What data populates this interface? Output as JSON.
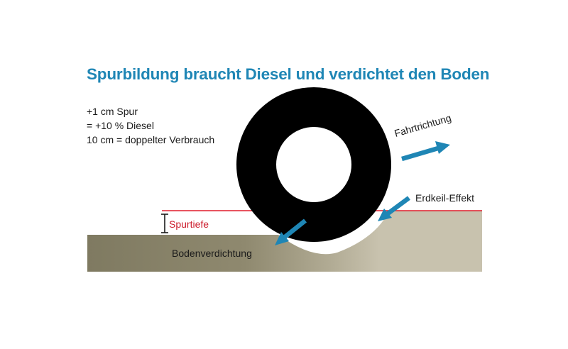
{
  "title": "Spurbildung braucht Diesel und verdichtet den Boden",
  "facts": [
    "+1 cm Spur",
    "= +10 % Diesel",
    "10 cm = doppelter Verbrauch"
  ],
  "labels": {
    "rut_depth": "Spurtiefe",
    "compaction": "Bodenverdichtung",
    "soil_wedge": "Erdkeil-Effekt",
    "direction": "Fahrtrichtung"
  },
  "colors": {
    "title": "#1f86b5",
    "arrow": "#1f86b5",
    "rut_line": "#e01b2b",
    "rut_label": "#cc1b2b",
    "soil_light": "#c8c2ae",
    "soil_dark": "#7f7a61",
    "tire": "#000000"
  },
  "icons": {
    "tire": "tire-icon",
    "arrow": "arrow-icon",
    "bracket": "depth-bracket-icon"
  }
}
